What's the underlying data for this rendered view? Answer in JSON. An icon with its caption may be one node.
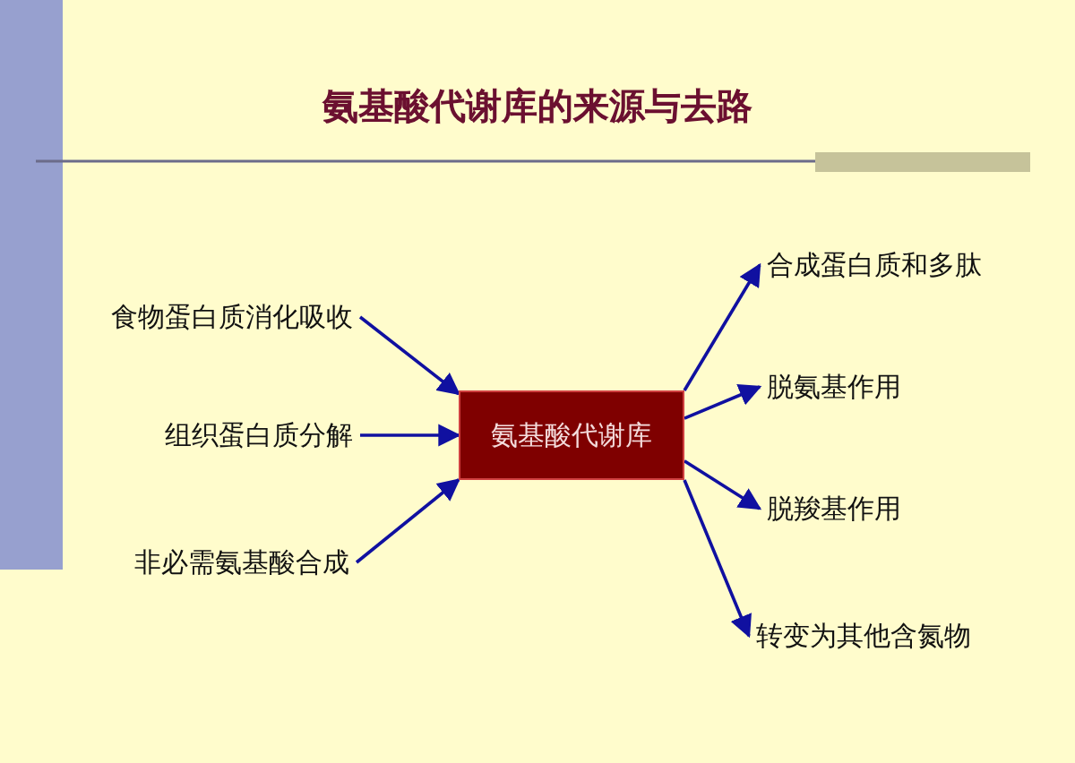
{
  "diagram": {
    "title": "氨基酸代谢库的来源与去路",
    "nodes": [
      {
        "text": [
          "氨基酸代谢库"
        ]
      },
      {
        "text": [
          "食物蛋白质消化吸收"
        ]
      },
      {
        "text": [
          "组织蛋白质分解"
        ]
      },
      {
        "text": [
          "非必需氨基酸合成"
        ]
      },
      {
        "text": [
          "合成蛋白质和多肽"
        ]
      },
      {
        "text": [
          "脱氨基作用"
        ]
      },
      {
        "text": [
          "脱羧基作用"
        ]
      },
      {
        "text": [
          "转变为其他含氮物"
        ]
      }
    ],
    "edges": [
      {
        "from": 1,
        "to": 0,
        "arrow": "to"
      },
      {
        "from": 2,
        "to": 0,
        "arrow": "to"
      },
      {
        "from": 3,
        "to": 0,
        "arrow": "to"
      },
      {
        "from": 0,
        "to": 4,
        "arrow": "to"
      },
      {
        "from": 0,
        "to": 5,
        "arrow": "to"
      },
      {
        "from": 0,
        "to": 6,
        "arrow": "to"
      },
      {
        "from": 0,
        "to": 7,
        "arrow": "to"
      }
    ]
  }
}
